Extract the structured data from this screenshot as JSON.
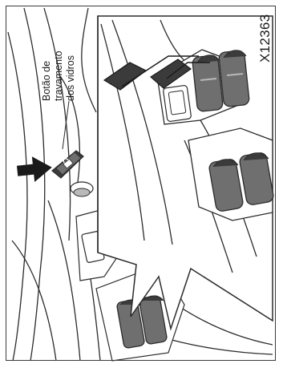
{
  "figure": {
    "code": "X12363",
    "callout": {
      "lines": [
        "Botão de",
        "travamento",
        "dos vidros"
      ]
    },
    "colors": {
      "line": "#2b2b2b",
      "shade": "#6f6f6f",
      "shade_dark": "#3b3b3b",
      "shade_light": "#b9b9b9",
      "background": "#ffffff"
    },
    "icons": [
      "arrow-icon",
      "padlock-icon",
      "window-switch-icon"
    ]
  }
}
